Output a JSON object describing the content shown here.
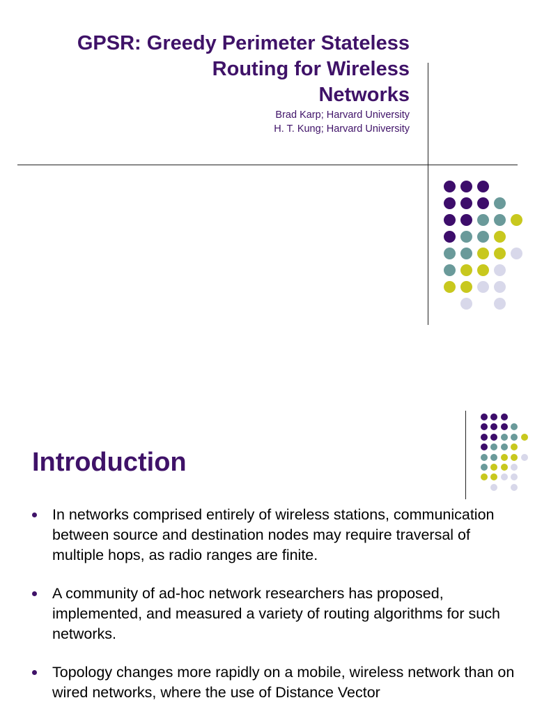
{
  "slide1": {
    "title_lines": [
      "GPSR: Greedy Perimeter Stateless",
      "Routing for Wireless",
      "Networks"
    ],
    "authors": [
      "Brad Karp; Harvard University",
      "H. T. Kung; Harvard University"
    ]
  },
  "slide2": {
    "title": "Introduction",
    "bullets": [
      "In networks comprised entirely of wireless stations, communication between source and destination nodes may require traversal of multiple hops, as radio ranges are finite.",
      "A community of ad-hoc network researchers has proposed, implemented, and measured a variety of routing algorithms for such networks.",
      "Topology changes more rapidly on a mobile, wireless network than on wired networks, where the use of Distance Vector"
    ]
  },
  "colors": {
    "purple": "#3d0d6b",
    "teal": "#6a9a9a",
    "yellow": "#c8c81e",
    "lavender": "#d8d8ea"
  },
  "dot_grid": [
    [
      "purple",
      "purple",
      "purple",
      "",
      ""
    ],
    [
      "purple",
      "purple",
      "purple",
      "teal",
      ""
    ],
    [
      "purple",
      "purple",
      "teal",
      "teal",
      "yellow"
    ],
    [
      "purple",
      "teal",
      "teal",
      "yellow",
      ""
    ],
    [
      "teal",
      "teal",
      "yellow",
      "yellow",
      "lavender"
    ],
    [
      "teal",
      "yellow",
      "yellow",
      "lavender",
      ""
    ],
    [
      "yellow",
      "yellow",
      "lavender",
      "lavender",
      ""
    ],
    [
      "",
      "lavender",
      "",
      "lavender",
      ""
    ]
  ]
}
